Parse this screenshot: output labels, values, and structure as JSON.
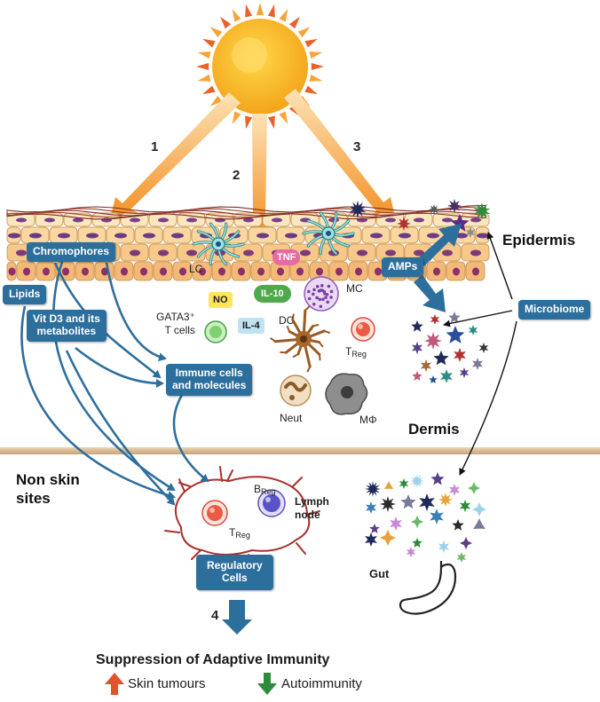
{
  "steps": {
    "s1": "1",
    "s2": "2",
    "s3": "3",
    "s4": "4"
  },
  "regions": {
    "epidermis": "Epidermis",
    "dermis": "Dermis",
    "non_skin_line1": "Non skin",
    "non_skin_line2": "sites"
  },
  "tags": {
    "chromophores": "Chromophores",
    "lipids": "Lipids",
    "vitd3_line1": "Vit D3 and its",
    "vitd3_line2": "metabolites",
    "immune_line1": "Immune cells",
    "immune_line2": "and molecules",
    "amps": "AMPs",
    "microbiome": "Microbiome",
    "regulatory_line1": "Regulatory",
    "regulatory_line2": "Cells"
  },
  "molecules": {
    "tnf": "TNF",
    "no": "NO",
    "il10": "IL-10",
    "il4": "IL-4"
  },
  "cells": {
    "lc": "LC",
    "mc": "MC",
    "gata_line1": "GATA3⁺",
    "gata_line2": "T cells",
    "dc": "DC",
    "treg_main": "T",
    "treg_sub": "Reg",
    "breg_main": "B",
    "breg_sub": "Reg",
    "neut": "Neut",
    "macrophage": "MΦ"
  },
  "lymph": {
    "line1": "Lymph",
    "line2": "node"
  },
  "gut": "Gut",
  "outcome": {
    "title": "Suppression of Adaptive Immunity",
    "tumours": "Skin tumours",
    "autoimmunity": "Autoimmunity"
  },
  "colors": {
    "accent_blue": "#2d6f9c",
    "orange": "#f29a2e",
    "up_arrow": "#e0532b",
    "down_arrow": "#2e8b3a"
  }
}
